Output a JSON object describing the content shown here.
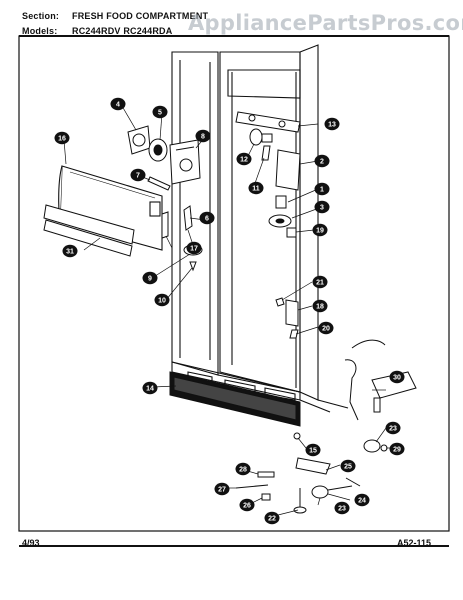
{
  "header": {
    "section_label": "Section:",
    "section_value": "FRESH FOOD COMPARTMENT",
    "models_label": "Models:",
    "models_value": "RC244RDV RC244RDA"
  },
  "watermark": "AppliancePartsPros.com",
  "footer": {
    "date": "4/93",
    "code": "A52-115"
  },
  "callouts": [
    "1",
    "2",
    "3",
    "4",
    "5",
    "6",
    "7",
    "8",
    "9",
    "10",
    "11",
    "12",
    "13",
    "14",
    "15",
    "16",
    "17",
    "18",
    "19",
    "20",
    "21",
    "22",
    "23",
    "23",
    "24",
    "25",
    "26",
    "27",
    "28",
    "29",
    "30",
    "31"
  ],
  "colors": {
    "ink": "#111111",
    "watermark": "#9aa3ad",
    "background": "#ffffff"
  }
}
